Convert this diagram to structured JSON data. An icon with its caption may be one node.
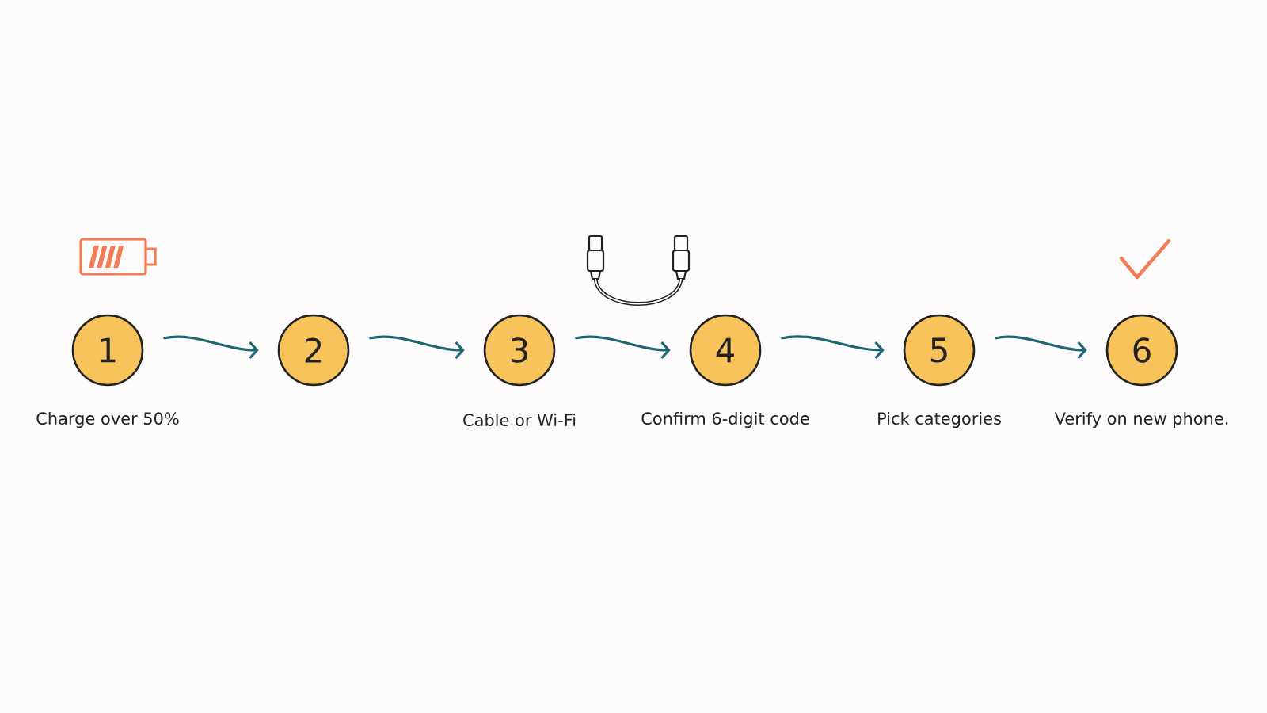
{
  "diagram": {
    "nodes": [
      {
        "text": [
          "1"
        ],
        "beside": [
          "Charge over 50%"
        ]
      },
      {
        "text": [
          "2"
        ]
      },
      {
        "text": [
          "3"
        ],
        "beside": [
          "Cable or Wi-Fi"
        ]
      },
      {
        "text": [
          "4"
        ],
        "beside": [
          "Confirm 6-digit code"
        ]
      },
      {
        "text": [
          "5"
        ],
        "beside": [
          "Pick categories"
        ]
      },
      {
        "text": [
          "6"
        ],
        "beside": [
          "Verify on new phone."
        ]
      }
    ],
    "edges": [
      {
        "from": 0,
        "to": 1,
        "arrow": "to"
      },
      {
        "from": 1,
        "to": 2,
        "arrow": "to"
      },
      {
        "from": 2,
        "to": 3,
        "arrow": "to"
      },
      {
        "from": 3,
        "to": 4,
        "arrow": "to"
      },
      {
        "from": 4,
        "to": 5,
        "arrow": "to"
      }
    ]
  }
}
